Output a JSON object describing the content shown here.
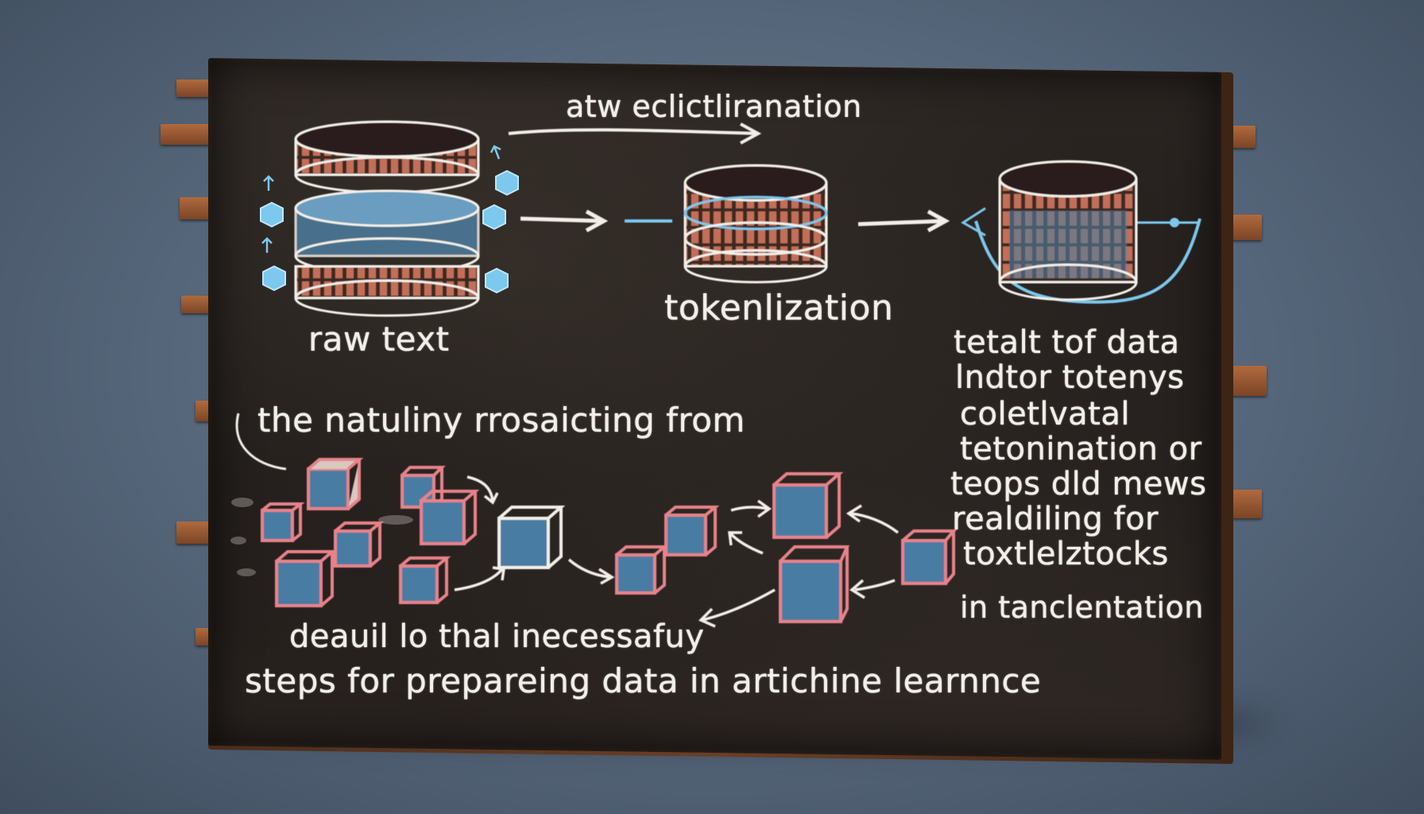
{
  "diagram": {
    "top_arrow_label": "atw eclictliranation",
    "stage_labels": {
      "raw": "raw text",
      "tokenization": "tokenlization"
    },
    "middle_caption": "the natuliny rrosaicting from",
    "right_notes": [
      "tetalt tof data",
      "lndtor totenys",
      "coletlvatal",
      "tetonination or",
      "teops dld mews",
      "realdiling for",
      "toxtlelztocks",
      "in tanclentation"
    ],
    "bottom_caption_1": "deauil lo thal inecessafuy",
    "bottom_caption_2": "steps for prepareing data in artichine learnnce"
  },
  "colors": {
    "chalk_white": "#f2efe8",
    "chalk_red": "#e8828a",
    "chalk_blue": "#7cc8ee",
    "board": "#211c1a",
    "wood": "#8a4f2d"
  }
}
